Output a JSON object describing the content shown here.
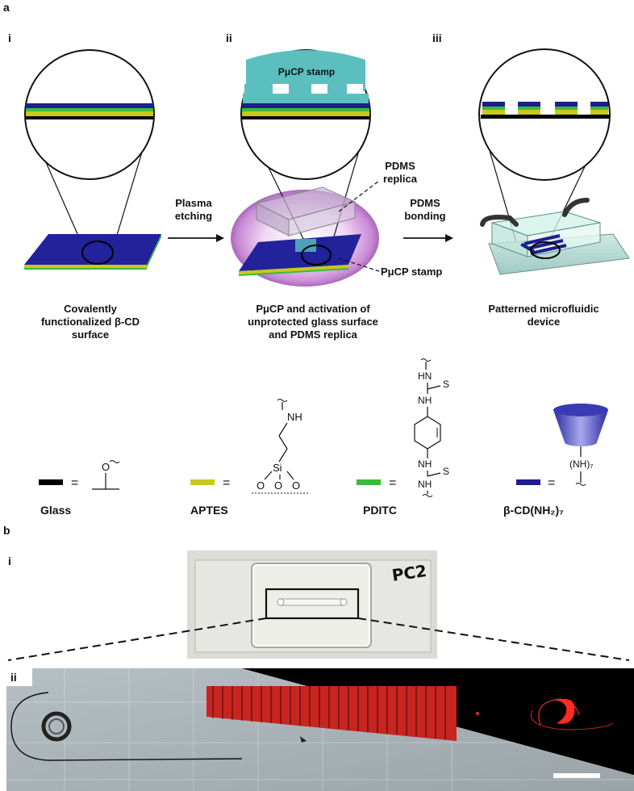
{
  "figure": {
    "panel_a": "a",
    "panel_b": "b",
    "steps": [
      {
        "roman": "i",
        "caption": [
          "Covalently",
          "functionalized β-CD",
          "surface"
        ]
      },
      {
        "roman": "ii",
        "caption": [
          "PμCP and activation of",
          "unprotected glass surface",
          "and PDMS replica"
        ],
        "stamp_label": "PμCP stamp"
      },
      {
        "roman": "iii",
        "caption": [
          "Patterned microfluidic",
          "device"
        ]
      }
    ],
    "arrows": [
      {
        "label": [
          "Plasma",
          "etching"
        ]
      },
      {
        "label": [
          "PDMS",
          "bonding"
        ]
      }
    ],
    "callouts": {
      "pdms_replica": [
        "PDMS",
        "replica"
      ],
      "pucp_stamp": "PμCP stamp"
    },
    "legend": [
      {
        "name": "Glass",
        "color": "#000000"
      },
      {
        "name": "APTES",
        "color": "#c9c91a"
      },
      {
        "name": "PDITC",
        "color": "#3cb93c"
      },
      {
        "name": "β-CD(NH₂)₇",
        "color": "#1e1e8c"
      }
    ],
    "chem": {
      "O": "O",
      "NH": "NH",
      "Si": "Si",
      "S": "S",
      "HN": "HN",
      "NH7": "(NH)₇",
      "equals": "="
    },
    "panel_b_labels": {
      "i": "i",
      "ii": "ii"
    },
    "photo_marking": "PC2",
    "colors": {
      "stamp": "#5bbfbf",
      "blue_layer": "#1e1e8c",
      "yellow_layer": "#c9c91a",
      "green_layer": "#3cb93c",
      "plasma": "#d7a7e0",
      "fluorescence": "#e0302a"
    }
  }
}
